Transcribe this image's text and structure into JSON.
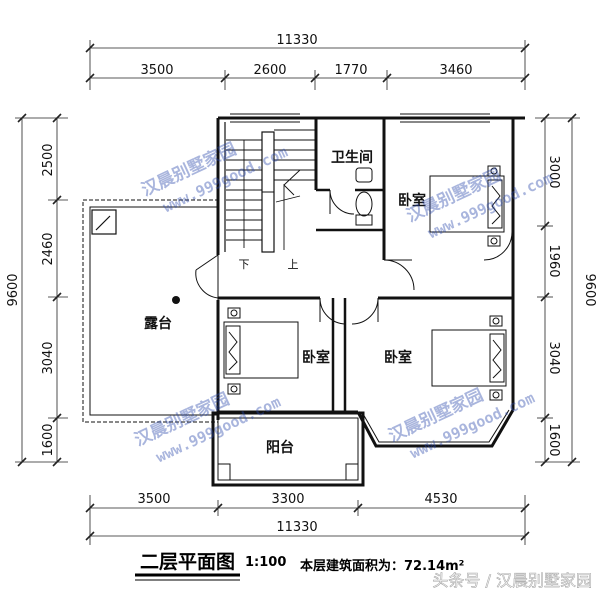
{
  "dims": {
    "top_total": "11330",
    "top_segments": [
      "3500",
      "2600",
      "1770",
      "3460"
    ],
    "bottom_segments": [
      "3500",
      "3300",
      "4530"
    ],
    "bottom_total": "11330",
    "left_total": "9600",
    "left_segments": [
      "2500",
      "2460",
      "3040",
      "1600"
    ],
    "right_total": "9600",
    "right_segments": [
      "3000",
      "1960",
      "3040",
      "1600"
    ]
  },
  "rooms": {
    "bathroom": "卫生间",
    "bedroom_ne": "卧室",
    "terrace": "露台",
    "bedroom_sw": "卧室",
    "bedroom_se": "卧室",
    "balcony": "阳台"
  },
  "stairs": {
    "down": "下",
    "up": "上"
  },
  "watermark": {
    "brand": "汉晨别墅家园",
    "url": "www.999good.com"
  },
  "footer": {
    "title": "二层平面图",
    "scale": "1:100",
    "area_label": "本层建筑面积为：72.14m²",
    "credit": "头条号 / 汉晨别墅家园"
  }
}
